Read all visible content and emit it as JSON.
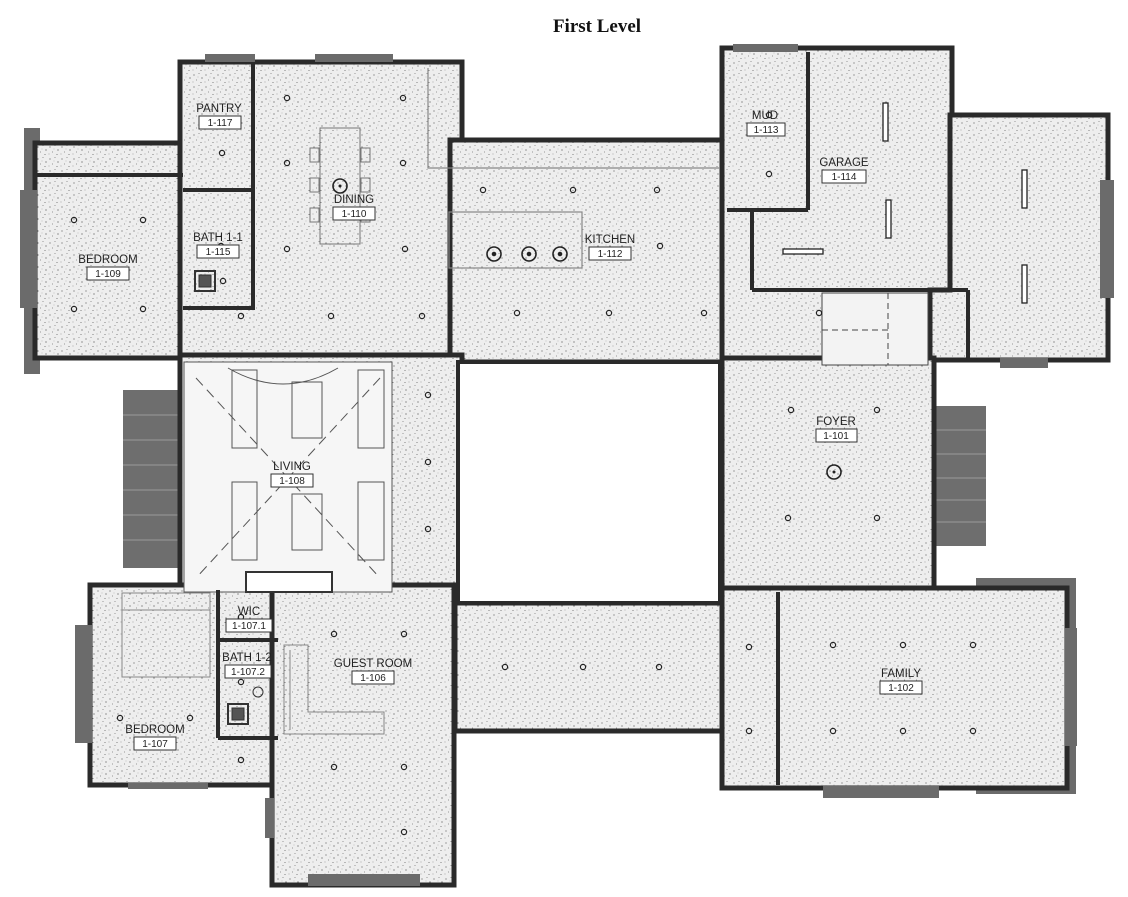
{
  "title": "First Level",
  "rooms": [
    {
      "key": "pantry",
      "name": "PANTRY",
      "number": "1-117"
    },
    {
      "key": "dining",
      "name": "DINING",
      "number": "1-110"
    },
    {
      "key": "bedroom-1109",
      "name": "BEDROOM",
      "number": "1-109"
    },
    {
      "key": "bath-11",
      "name": "BATH 1-1",
      "number": "1-115"
    },
    {
      "key": "kitchen",
      "name": "KITCHEN",
      "number": "1-112"
    },
    {
      "key": "mud",
      "name": "MUD",
      "number": "1-113"
    },
    {
      "key": "garage",
      "name": "GARAGE",
      "number": "1-114"
    },
    {
      "key": "living",
      "name": "LIVING",
      "number": "1-108"
    },
    {
      "key": "foyer",
      "name": "FOYER",
      "number": "1-101"
    },
    {
      "key": "wic",
      "name": "WIC",
      "number": "1-107.1"
    },
    {
      "key": "bath-12",
      "name": "BATH 1-2",
      "number": "1-107.2"
    },
    {
      "key": "guest-room",
      "name": "GUEST ROOM",
      "number": "1-106"
    },
    {
      "key": "bedroom-1107",
      "name": "BEDROOM",
      "number": "1-107"
    },
    {
      "key": "family",
      "name": "FAMILY",
      "number": "1-102"
    }
  ],
  "colors": {
    "wall": "#2a2a2a",
    "floor": "#ececec",
    "living_floor": "#f6f6f6",
    "window": "#6b6b6b",
    "deck": "#6e6e6e",
    "court": "#ffffff"
  }
}
